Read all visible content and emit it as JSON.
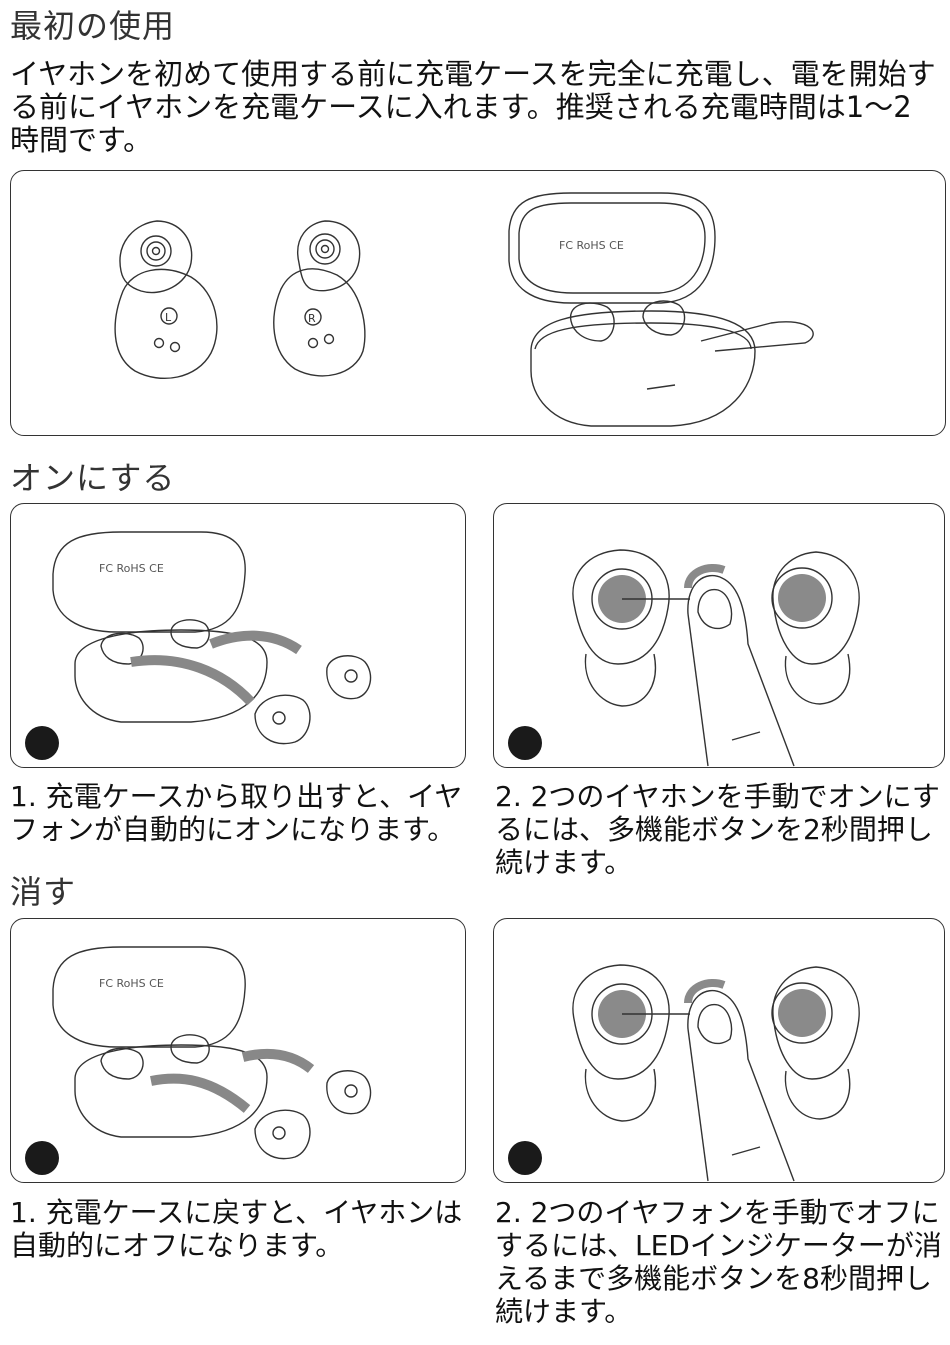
{
  "first_use": {
    "heading": "最初の使用",
    "body": "イヤホンを初めて使用する前に充電ケースを完全に充電し、電を開始する前にイヤホンを充電ケースに入れます。推奨される充電時間は1〜2時間です。"
  },
  "turn_on": {
    "heading": "オンにする",
    "step1": "1. 充電ケースから取り出すと、イヤフォンが自動的にオンになります。",
    "step2": "2. 2つのイヤホンを手動でオンにするには、多機能ボタンを2秒間押し続けます。"
  },
  "turn_off": {
    "heading": "消す",
    "step1": "1. 充電ケースに戻すと、イヤホンは自動的にオフになります。",
    "step2": "2. 2つのイヤフォンを手動でオフにするには、LEDインジケーターが消えるまで多機能ボタンを8秒間押し続けます。"
  },
  "labels": {
    "left_bud": "L",
    "right_bud": "R",
    "case_marks": "FC RoHS CE"
  },
  "icons": [
    "earbud-left-icon",
    "earbud-right-icon",
    "charging-case-icon",
    "finger-press-icon",
    "step-dot-icon"
  ],
  "colors": {
    "button_gray": "#8a8a8a",
    "line": "#333333"
  }
}
